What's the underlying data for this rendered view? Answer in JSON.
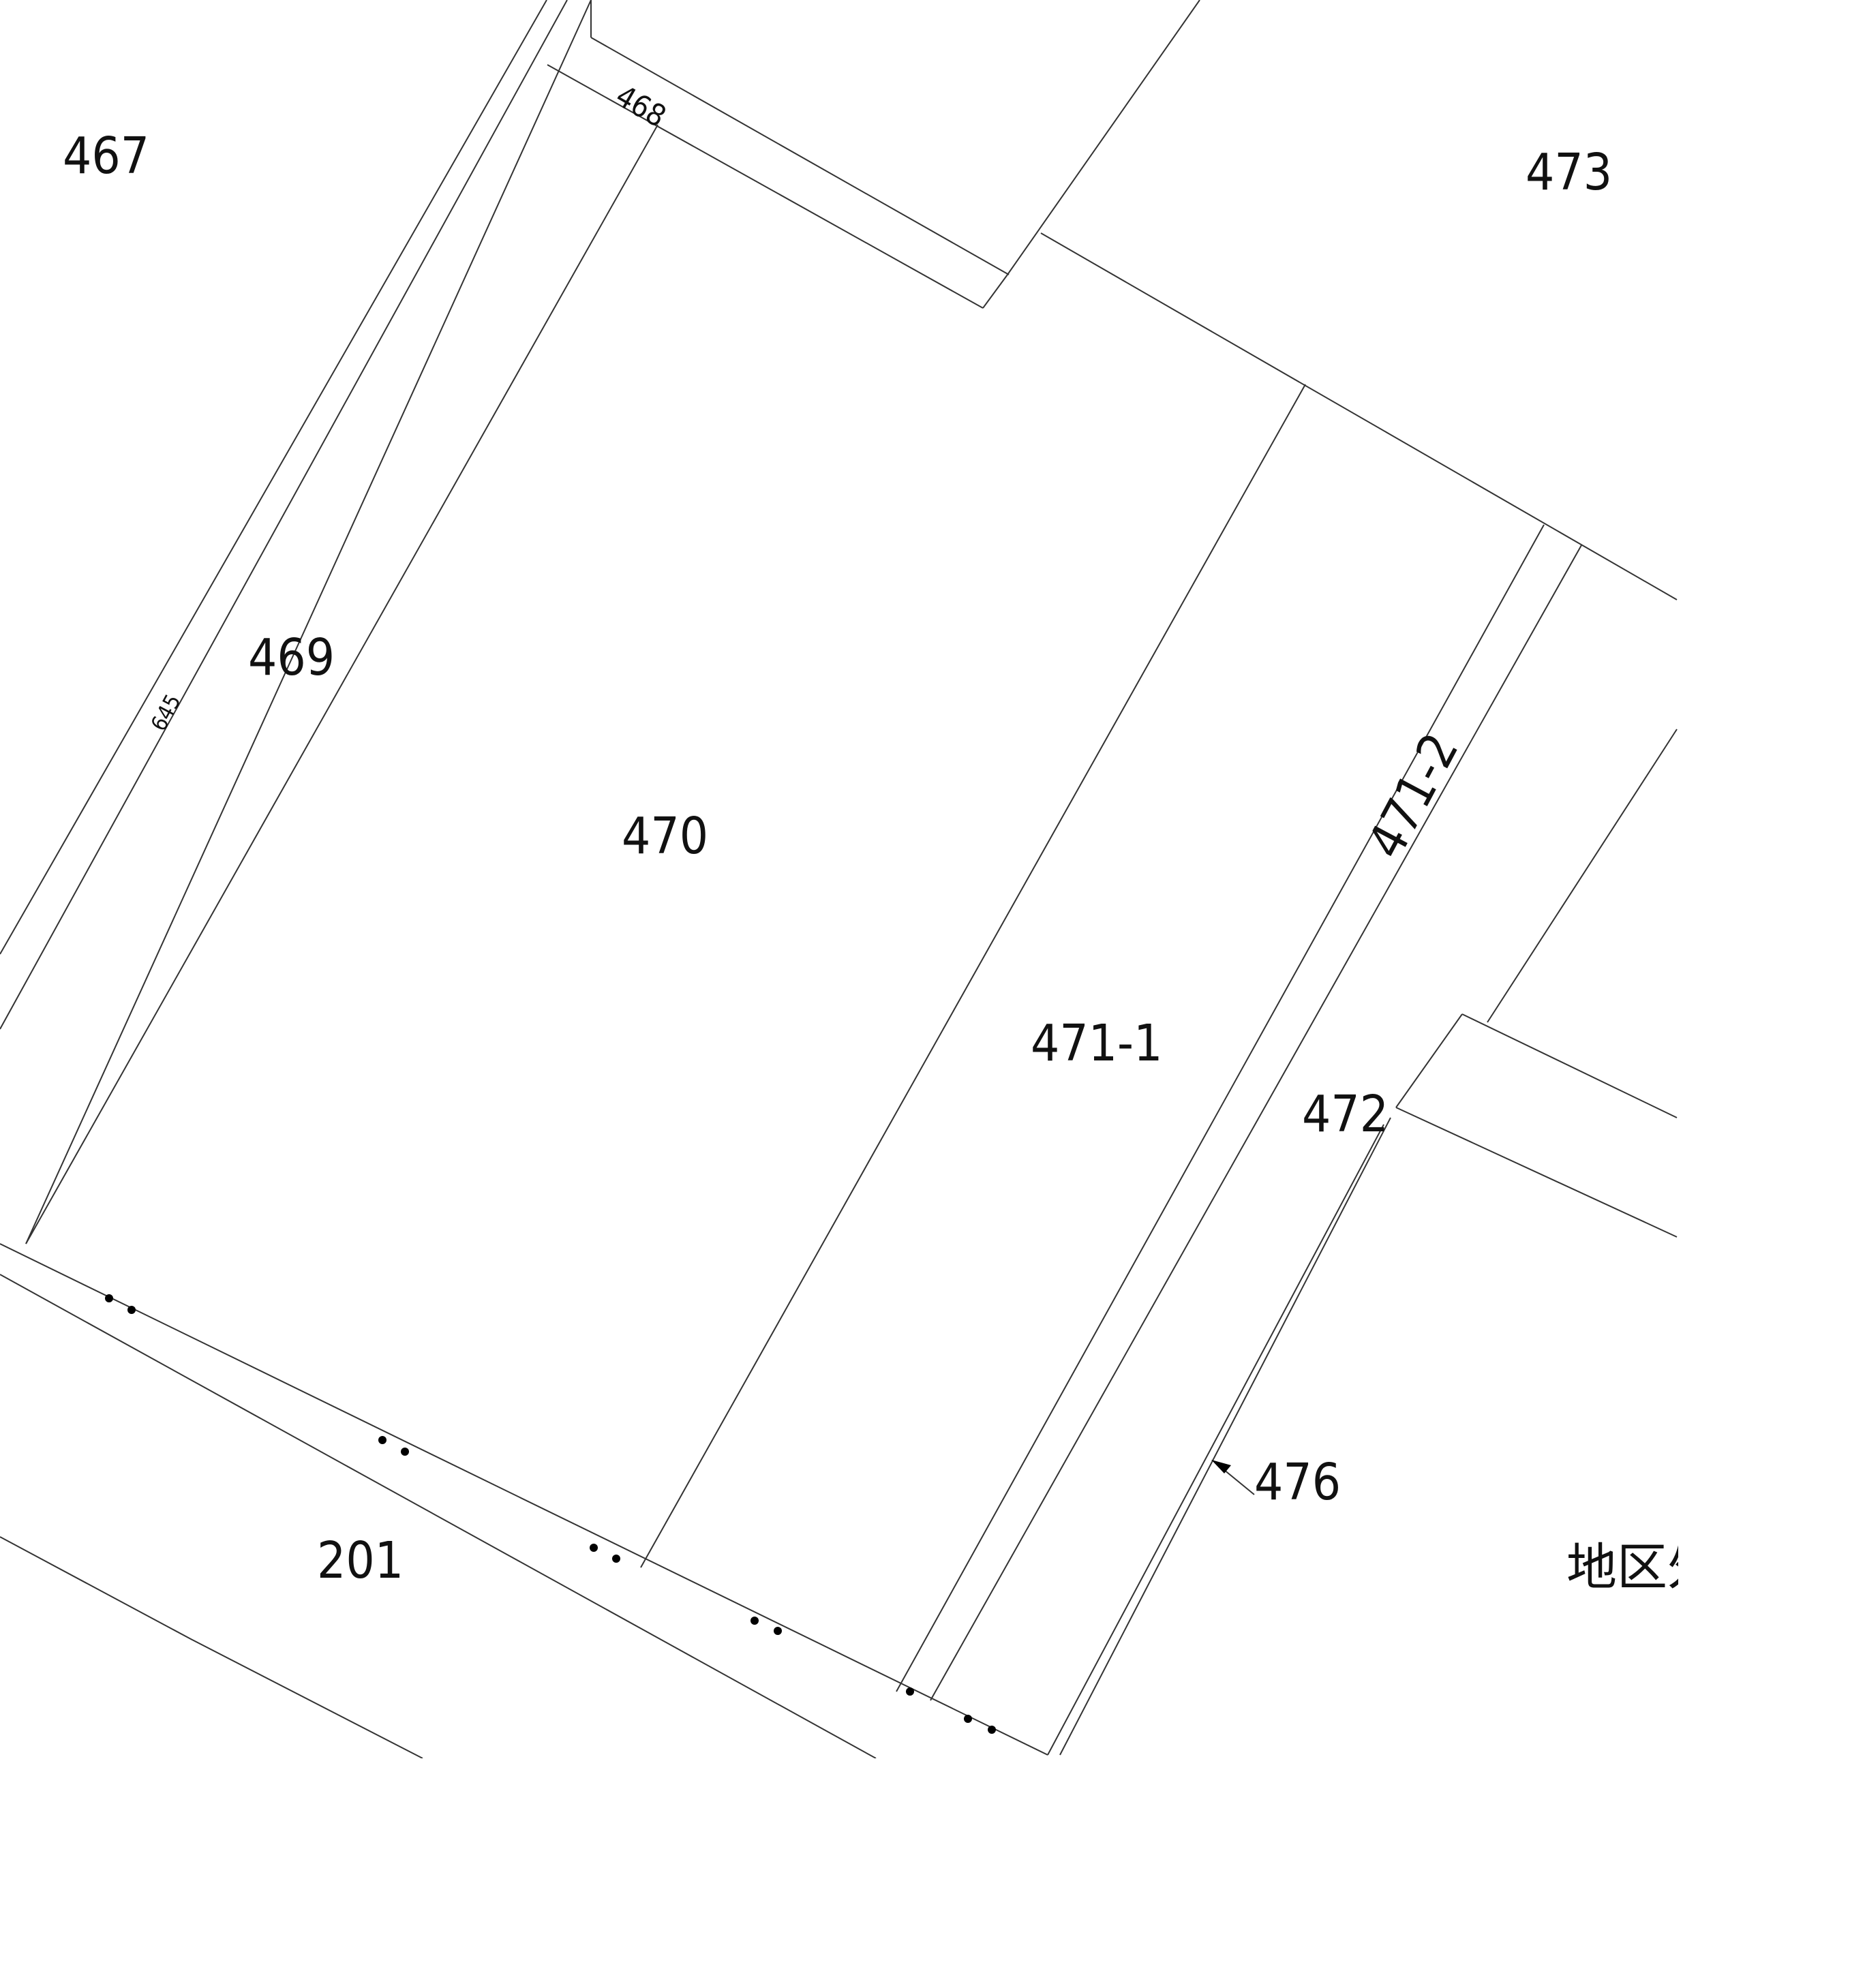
{
  "map": {
    "parcels": {
      "p467": "467",
      "p468": "468",
      "p469": "469",
      "p470": "470",
      "p471_1": "471-1",
      "p471_2": "471-2",
      "p472": "472",
      "p473": "473",
      "p476": "476",
      "p201": "201",
      "p645": "645"
    },
    "district_label": "地区外"
  }
}
